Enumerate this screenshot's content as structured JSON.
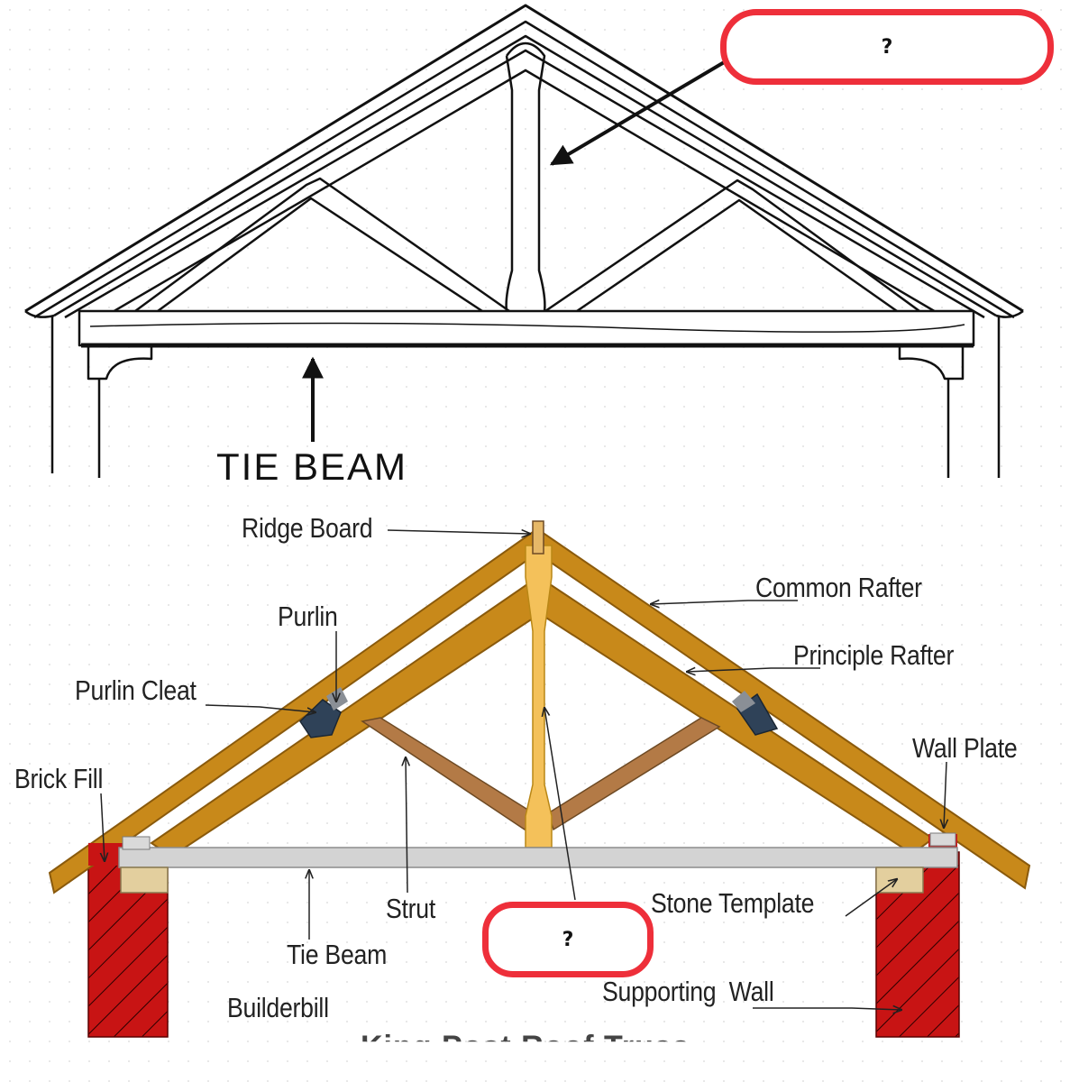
{
  "top_diagram": {
    "label_tie_beam": "TIE BEAM",
    "answer_box": "?"
  },
  "bottom_diagram": {
    "labels": {
      "ridge_board": "Ridge Board",
      "common_rafter": "Common Rafter",
      "purlin": "Purlin",
      "principle_rafter": "Principle Rafter",
      "purlin_cleat": "Purlin Cleat",
      "wall_plate": "Wall Plate",
      "brick_fill": "Brick Fill",
      "strut": "Strut",
      "stone_template": "Stone Template",
      "tie_beam": "Tie Beam",
      "supporting_wall": "Supporting  Wall",
      "builderbill": "Builderbill"
    },
    "answer_box": "?",
    "caption_partial": "King Post Roof Truss"
  },
  "colors": {
    "rafter": "#c8891a",
    "rafter_edge": "#8a5a0c",
    "king_post": "#f4c15a",
    "strut": "#b37a46",
    "tie_beam": "#d3d3d3",
    "brick": "#c81414",
    "stone": "#e3cf9e",
    "cleat": "#2f4258",
    "answer_border": "#ee2f3a"
  }
}
